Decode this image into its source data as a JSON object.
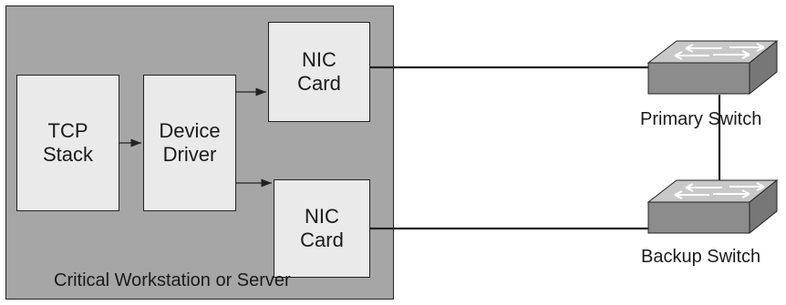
{
  "diagram": {
    "container_label": "Critical Workstation or Server",
    "tcp_stack": "TCP\nStack",
    "device_driver": "Device\nDriver",
    "nic_top": "NIC\nCard",
    "nic_bottom": "NIC\nCard",
    "primary_switch_label": "Primary Switch",
    "backup_switch_label": "Backup Switch"
  },
  "colors": {
    "container_fill": "#a6a6a6",
    "box_fill": "#eaeaea",
    "switch_top": "#c8c8c8",
    "switch_side": "#8c8c8c"
  }
}
